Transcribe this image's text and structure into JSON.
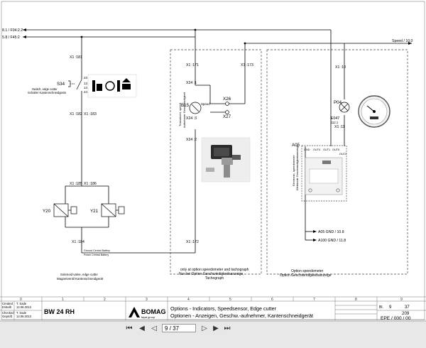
{
  "rails": {
    "top1": "8.1 / F04:2.2",
    "top2": "5.8 / F45:2",
    "speed": "Speed / 10.0"
  },
  "left": {
    "x1_top": "X1 :181",
    "s34_tag": "S34",
    "s34_desc_en": "Switch, edge cutter",
    "s34_desc_de": "Schalter Kantenschneidgerät",
    "pin23": "23",
    "pin24": "24",
    "pin13": "13",
    "pin14": "14",
    "x1_mid": "X1 :182",
    "x1_mid2": "X1 :183",
    "x1_low": "X1 :185",
    "x1_low2": "X1 :186",
    "y20": "Y20",
    "y21": "Y21",
    "x1_bot": "X1 :184",
    "legend1": "Ground Central Battery",
    "legend2": "Power Central Battery",
    "sol_en": "Solenoid valve, edge cutter",
    "sol_de": "Magnetventil Kantenschneidgerät"
  },
  "mid": {
    "x1_71": "X1 :171",
    "x1_73": "X1 :173",
    "x24_1": "X24 :1",
    "x24_2": "X24 :2",
    "x24_3": "X24 :3",
    "b15": "B15",
    "x26": "X26",
    "x27": "X27",
    "sensor_en": "Transducer, speed",
    "sensor_de": "Aufnehmer Geschwindigkeit",
    "x1_72": "X1 :172",
    "speed_lbl": "Speed",
    "note_en": "only at option speedometer and tachograph",
    "note_de1": "Nur bei Option Geschwindigkeitsanzeige,",
    "note_de2": "Tachograph"
  },
  "right": {
    "x1_10": "X1 :10",
    "p04": "P04",
    "e047": "E047",
    "x1_11": "X1 :11",
    "x1_112": "112.1",
    "a05": "A05",
    "a05_pins": [
      "GND",
      "OUT4",
      "OUT1",
      "OUT5",
      "OUT2"
    ],
    "a05_side_en": "Electronic, speedometer",
    "a05_side_de": "Elektronik Geschwindigkeitsanzeige",
    "a05_gnd": "A05 GND / 10.8",
    "a100_gnd": "A100 GND / 11.8",
    "note_en": "Option speedometer",
    "note_de": "Option Geschwindigkeitsanzeige"
  },
  "columns": [
    "0",
    "1",
    "2",
    "3",
    "4",
    "5",
    "6",
    "7",
    "8",
    "9"
  ],
  "title_block": {
    "created_lbl": "Created",
    "created_de": "Erstellt",
    "checked_lbl": "Checked",
    "checked_de": "Geprüft",
    "created_by": "T. Sade",
    "created_date": "12.06.2013",
    "checked_by": "T. Sade",
    "checked_date": "12.06.2013",
    "model": "BW 24 RH",
    "brand": "BOMAG",
    "brand_sub": "fayat group",
    "title_en": "Options - Indicators, Speedsensor, Edge cutter",
    "title_de": "Optionen - Anzeigen, Geschw.-aufnehmer, Kantenschneidgerät",
    "sheet_label": "Bl.",
    "sheet_no": "9",
    "sheet_of": "37",
    "doc_no": "209",
    "epe": "EPE / 000 / 00"
  },
  "viewer": {
    "page_current": "9",
    "page_total": "/ 37"
  },
  "colors": {
    "line": "#000000",
    "dash": "#444444",
    "viewer_bg": "#e8e8e8"
  }
}
